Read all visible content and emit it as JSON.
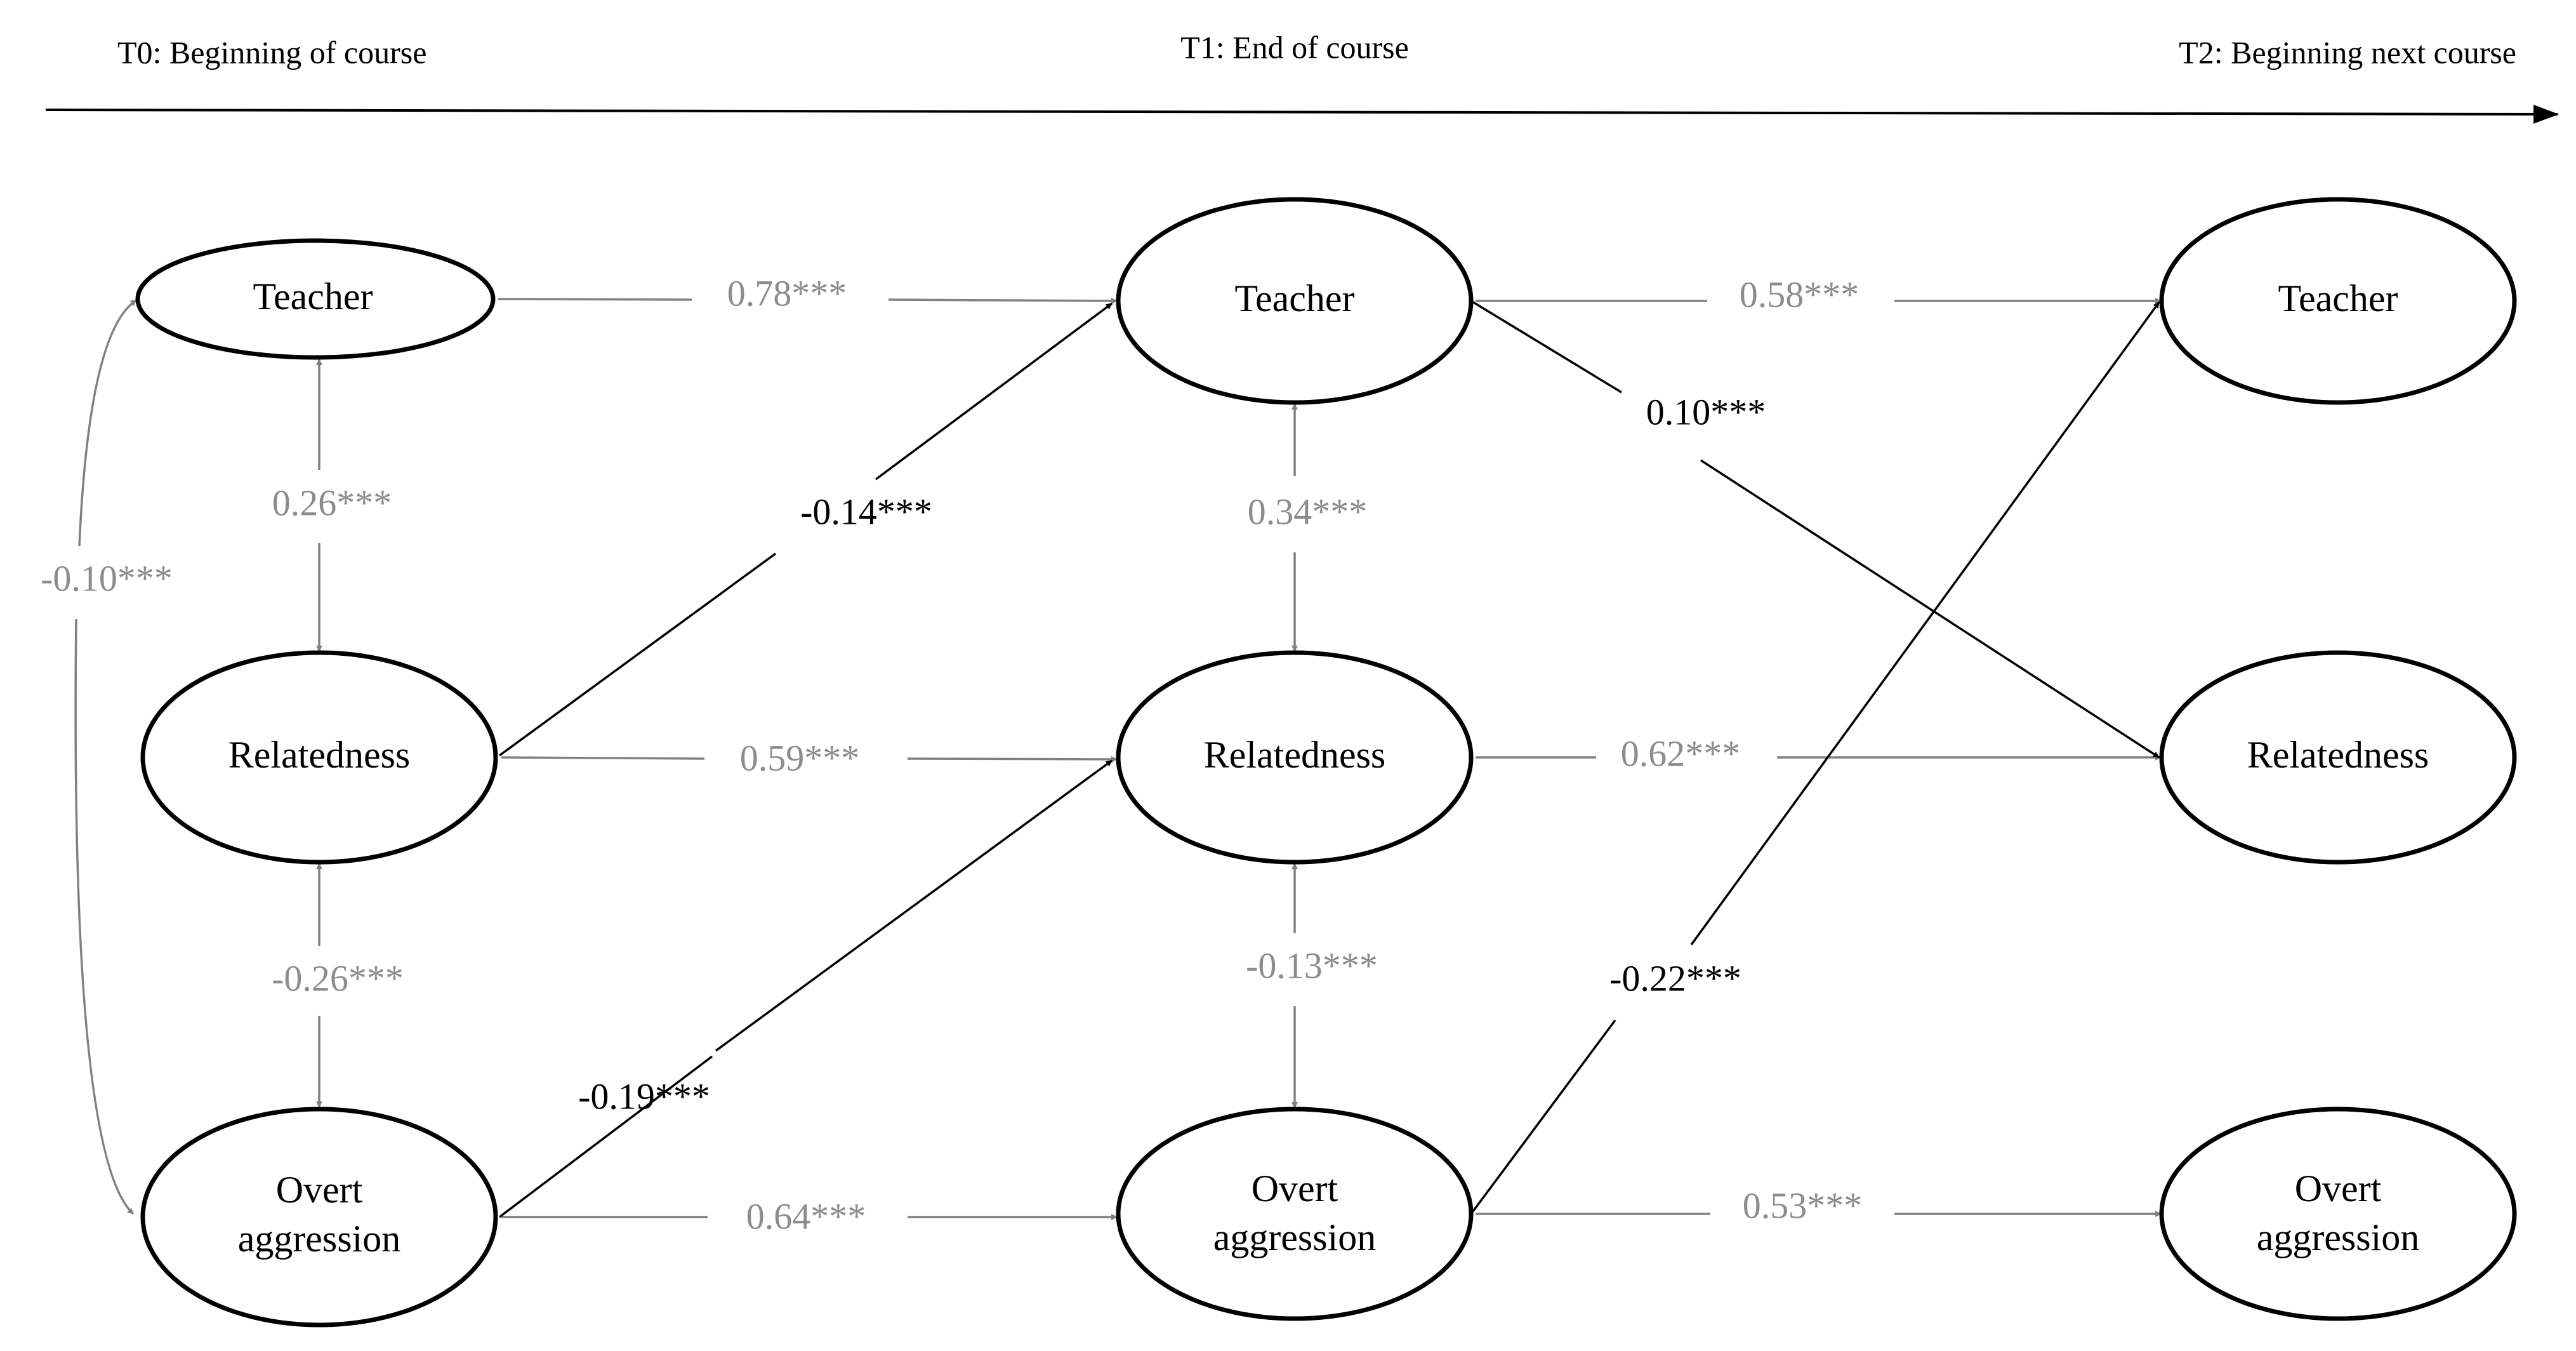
{
  "timeline": {
    "t0_label": "T0: Beginning of course",
    "t1_label": "T1: End of course",
    "t2_label": "T2: Beginning next course"
  },
  "nodes": {
    "t0_teacher": "Teacher",
    "t0_relatedness": "Relatedness",
    "t0_overt_line1": "Overt",
    "t0_overt_line2": "aggression",
    "t1_teacher": "Teacher",
    "t1_relatedness": "Relatedness",
    "t1_overt_line1": "Overt",
    "t1_overt_line2": "aggression",
    "t2_teacher": "Teacher",
    "t2_relatedness": "Relatedness",
    "t2_overt_line1": "Overt",
    "t2_overt_line2": "aggression"
  },
  "coefficients": {
    "t0_teacher_to_t1_teacher": "0.78***",
    "t1_teacher_to_t2_teacher": "0.58***",
    "t1_teacher_to_t2_relatedness": "0.10***",
    "t0_teacher_relatedness_cov": "0.26***",
    "t0_teacher_overt_cov": "-0.10***",
    "t0_relatedness_to_t1_teacher": "-0.14***",
    "t1_teacher_relatedness_cov": "0.34***",
    "t0_relatedness_to_t1_relatedness": "0.59***",
    "t1_relatedness_to_t2_relatedness": "0.62***",
    "t0_relatedness_overt_cov": "-0.26***",
    "t1_relatedness_overt_cov": "-0.13***",
    "t1_overt_to_t2_teacher": "-0.22***",
    "t0_overt_to_t1_relatedness": "-0.19***",
    "t0_overt_to_t1_overt": "0.64***",
    "t1_overt_to_t2_overt": "0.53***"
  },
  "colors": {
    "gray_path": "#808080",
    "gray_text": "#8c8c8c",
    "black": "#000000"
  }
}
